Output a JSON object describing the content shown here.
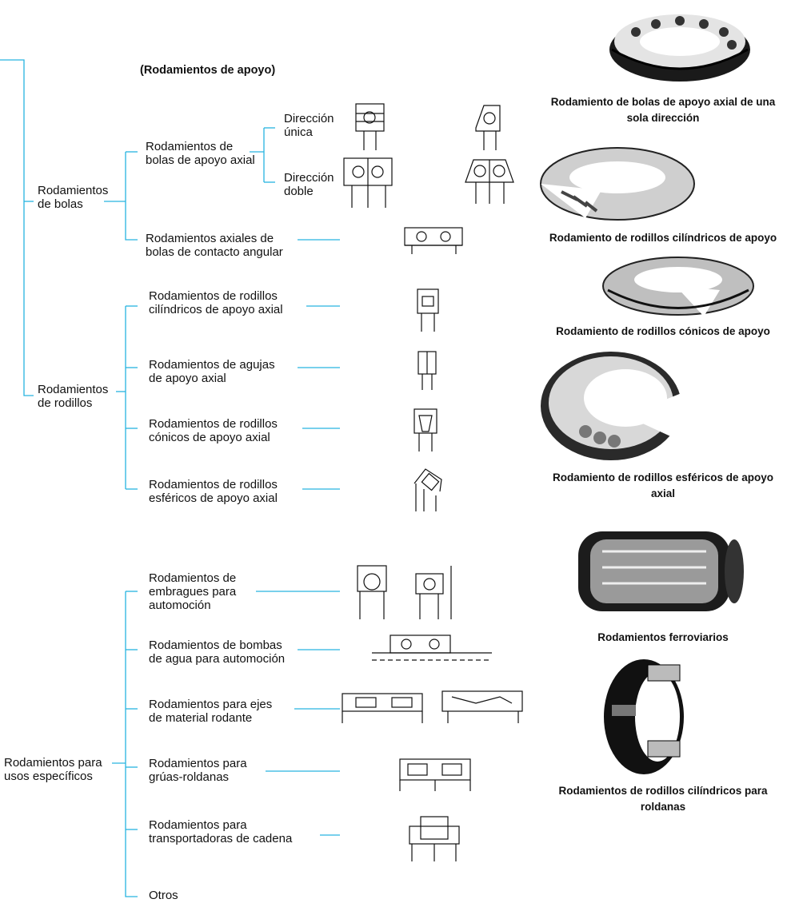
{
  "header": "(Rodamientos de apoyo)",
  "categories": {
    "bolas": "Rodamientos\nde bolas",
    "rodillos": "Rodamientos\nde rodillos",
    "especificos": "Rodamientos para\nusos específicos"
  },
  "ball_types": {
    "apoyo_axial": "Rodamientos de\nbolas de apoyo axial",
    "direccion_unica": "Dirección\núnica",
    "direccion_doble": "Dirección\ndoble",
    "contacto_angular": "Rodamientos axiales de\nbolas de contacto angular"
  },
  "roller_types": [
    "Rodamientos de rodillos\ncilíndricos de apoyo axial",
    "Rodamientos de agujas\nde apoyo axial",
    "Rodamientos de rodillos\ncónicos de apoyo axial",
    "Rodamientos de rodillos\nesféricos de apoyo axial"
  ],
  "specific_types": [
    "Rodamientos de\nembragues para\nautomoción",
    "Rodamientos de bombas\nde agua para automoción",
    "Rodamientos para ejes\nde material rodante",
    "Rodamientos para\ngrúas-roldanas",
    "Rodamientos para\ntransportadoras de cadena",
    "Otros"
  ],
  "captions": [
    "Rodamiento de bolas de apoyo axial de una\nsola dirección",
    "Rodamiento de rodillos cilíndricos de apoyo",
    "Rodamiento de rodillos cónicos de apoyo",
    "Rodamiento de rodillos esféricos de apoyo\naxial",
    "Rodamientos ferroviarios",
    "Rodamientos de rodillos cilíndricos para\nroldanas"
  ],
  "icons": {
    "line_color": "#27b4e0",
    "photos": [
      "thrust-ball-bearing-photo",
      "cylindrical-roller-thrust-photo",
      "tapered-roller-thrust-photo",
      "spherical-roller-thrust-photo",
      "railway-bearing-photo",
      "sheave-roller-bearing-photo"
    ]
  }
}
